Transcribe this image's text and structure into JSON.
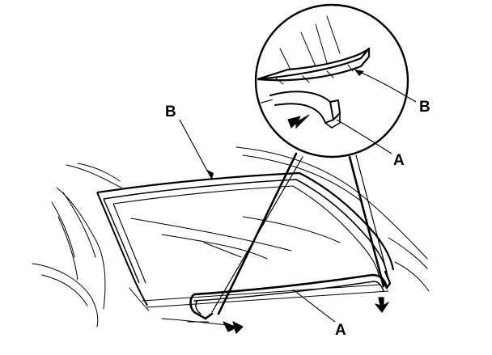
{
  "labels": {
    "b_main": "B",
    "b_inset": "B",
    "a_inset": "A",
    "a_bottom": "A"
  },
  "colors": {
    "line": "#000000",
    "background": "#ffffff"
  }
}
